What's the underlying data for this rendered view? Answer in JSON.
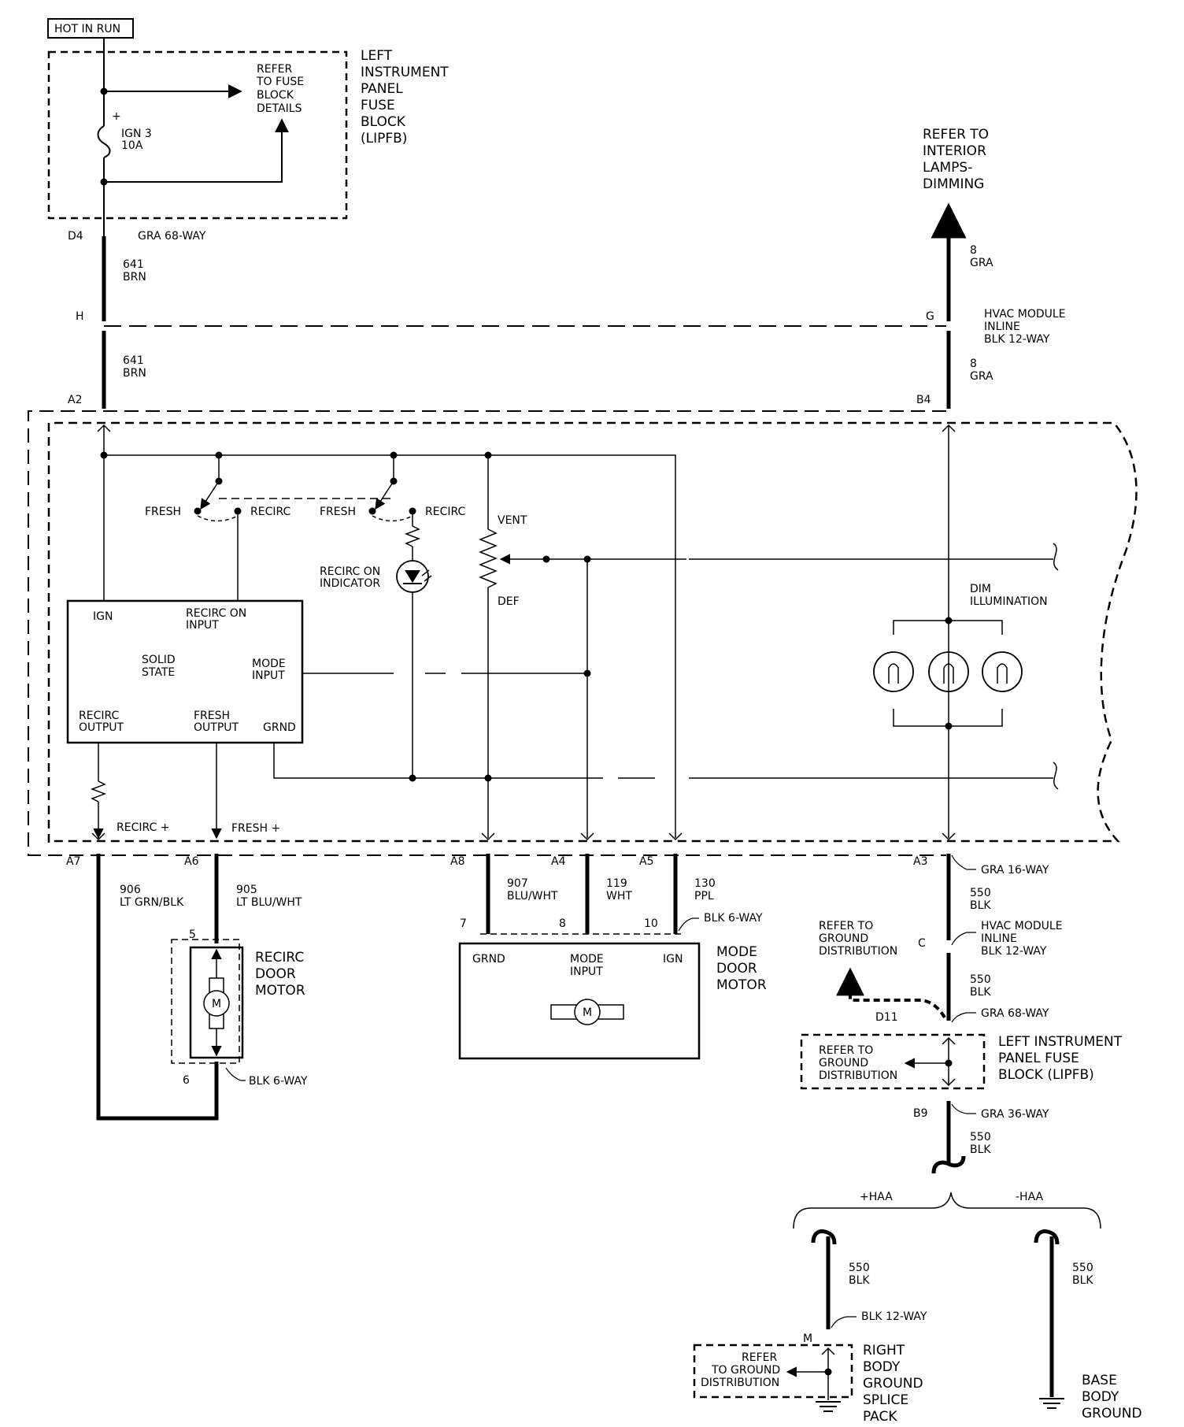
{
  "title_box": "HOT IN RUN",
  "fuse_block_top": {
    "name": "LEFT INSTRUMENT PANEL FUSE BLOCK (LIPFB)",
    "name_lines": [
      "LEFT",
      "INSTRUMENT",
      "PANEL",
      "FUSE",
      "BLOCK",
      "(LIPFB)"
    ],
    "refer_lines": [
      "REFER",
      "TO FUSE",
      "BLOCK",
      "DETAILS"
    ],
    "fuse_lines": [
      "IGN 3",
      "10A"
    ],
    "fuse_plus": "+"
  },
  "connectors": {
    "d4": "D4",
    "d4_desc": "GRA 68-WAY",
    "h": "H",
    "g": "G",
    "inline_lines": [
      "HVAC MODULE",
      "INLINE",
      "BLK 12-WAY"
    ],
    "a2": "A2",
    "b4": "B4",
    "a7": "A7",
    "a6": "A6",
    "a8": "A8",
    "a4": "A4",
    "a5": "A5",
    "a3": "A3",
    "a3_desc": "GRA 16-WAY",
    "c": "C",
    "d11": "D11",
    "d11_desc": "GRA 68-WAY",
    "b9": "B9",
    "b9_desc": "GRA 36-WAY",
    "m": "M",
    "m_desc": "BLK 12-WAY"
  },
  "wires": {
    "w641_top": [
      "641",
      "BRN"
    ],
    "w641_bot": [
      "641",
      "BRN"
    ],
    "w8_top": [
      "8",
      "GRA"
    ],
    "w8_bot": [
      "8",
      "GRA"
    ],
    "w906": [
      "906",
      "LT GRN/BLK"
    ],
    "w905": [
      "905",
      "LT BLU/WHT"
    ],
    "w907": [
      "907",
      "BLU/WHT"
    ],
    "w119": [
      "119",
      "WHT"
    ],
    "w130": [
      "130",
      "PPL"
    ],
    "w550_a": [
      "550",
      "BLK"
    ],
    "w550_b": [
      "550",
      "BLK"
    ],
    "w550_c": [
      "550",
      "BLK"
    ],
    "w550_d": [
      "550",
      "BLK"
    ],
    "w550_e": [
      "550",
      "BLK"
    ]
  },
  "dimming": {
    "lines": [
      "REFER TO",
      "INTERIOR",
      "LAMPS-",
      "DIMMING"
    ]
  },
  "control_module": {
    "fresh_1": "FRESH",
    "recirc_1": "RECIRC",
    "fresh_2": "FRESH",
    "recirc_2": "RECIRC",
    "recirc_on_indicator": [
      "RECIRC ON",
      "INDICATOR"
    ],
    "vent": "VENT",
    "def": "DEF",
    "dim_illumination": [
      "DIM",
      "ILLUMINATION"
    ],
    "ss_ign": "IGN",
    "ss_recirc_on_input": [
      "RECIRC ON",
      "INPUT"
    ],
    "ss_solid_state": [
      "SOLID",
      "STATE"
    ],
    "ss_mode_input": [
      "MODE",
      "INPUT"
    ],
    "ss_recirc_output": [
      "RECIRC",
      "OUTPUT"
    ],
    "ss_fresh_output": [
      "FRESH",
      "OUTPUT"
    ],
    "ss_grnd": "GRND",
    "recirc_plus": "RECIRC +",
    "fresh_plus": "FRESH +"
  },
  "recirc_motor": {
    "name": [
      "RECIRC",
      "DOOR",
      "MOTOR"
    ],
    "pin_top": "5",
    "pin_bot": "6",
    "conn": "BLK 6-WAY",
    "symbol": "M"
  },
  "mode_motor": {
    "name": [
      "MODE",
      "DOOR",
      "MOTOR"
    ],
    "pin7": "7",
    "pin8": "8",
    "pin10": "10",
    "conn": "BLK 6-WAY",
    "grnd": "GRND",
    "mode_input": [
      "MODE",
      "INPUT"
    ],
    "ign": "IGN",
    "symbol": "M"
  },
  "ground": {
    "refer_gd_1": [
      "REFER TO",
      "GROUND",
      "DISTRIBUTION"
    ],
    "lipfb_lines": [
      "LEFT INSTRUMENT",
      "PANEL FUSE",
      "BLOCK (LIPFB)"
    ],
    "refer_gd_2": [
      "REFER TO",
      "GROUND",
      "DISTRIBUTION"
    ],
    "plus_haa": "+HAA",
    "minus_haa": "-HAA",
    "refer_gd_3": [
      "REFER",
      "TO GROUND",
      "DISTRIBUTION"
    ],
    "right_body": [
      "RIGHT",
      "BODY",
      "GROUND",
      "SPLICE",
      "PACK"
    ],
    "base_body": [
      "BASE",
      "BODY",
      "GROUND"
    ]
  }
}
